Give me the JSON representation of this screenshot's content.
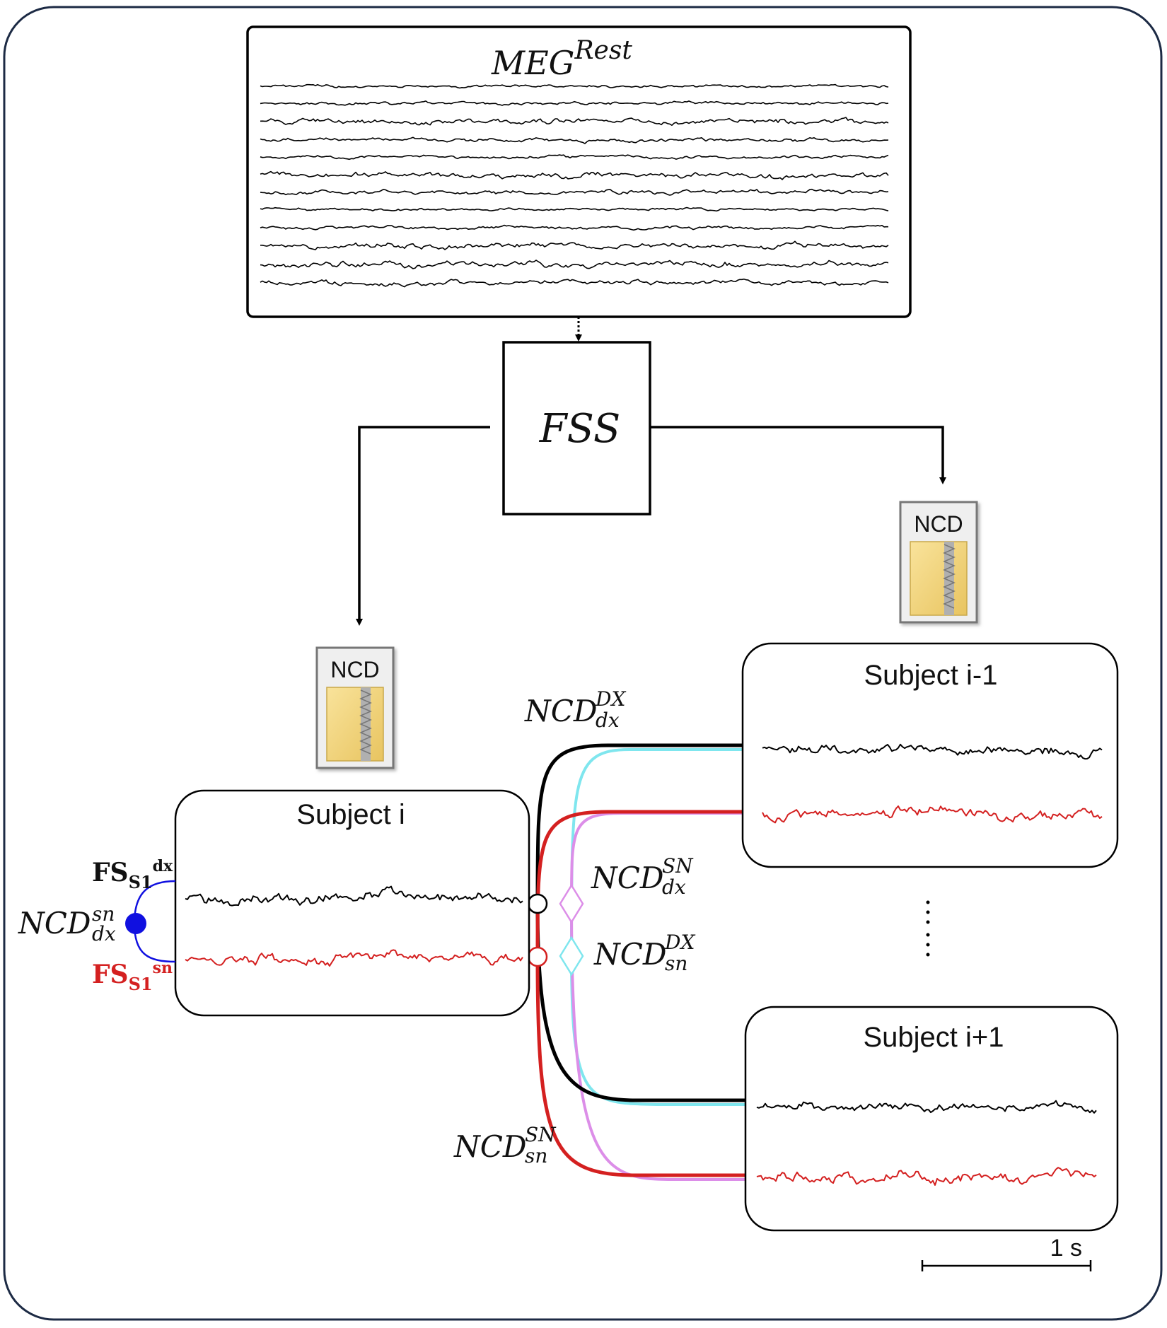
{
  "meg": {
    "base": "MEG",
    "sup": "Rest"
  },
  "fss": {
    "label": "FSS"
  },
  "ncd_icon": {
    "label": "NCD"
  },
  "subjects": {
    "current": "Subject i",
    "prev": "Subject i-1",
    "next": "Subject i+1"
  },
  "edge_labels": {
    "ncd_dx_DX": {
      "base": "NCD",
      "sup": "DX",
      "sub": "dx"
    },
    "ncd_dx_SN": {
      "base": "NCD",
      "sup": "SN",
      "sub": "dx"
    },
    "ncd_sn_DX": {
      "base": "NCD",
      "sup": "DX",
      "sub": "sn"
    },
    "ncd_sn_SN": {
      "base": "NCD",
      "sup": "SN",
      "sub": "sn"
    },
    "ncd_self": {
      "base": "NCD",
      "sup": "sn",
      "sub": "dx"
    }
  },
  "fs_labels": {
    "dx": {
      "base": "FS",
      "sub": "S1",
      "sup": "dx"
    },
    "sn": {
      "base": "FS",
      "sub": "S1",
      "sup": "sn"
    }
  },
  "scale_bar": {
    "label": "1 s"
  },
  "colors": {
    "dx_signal": "#000000",
    "sn_signal": "#d42020",
    "cyan_link": "#7fe6ee",
    "violet_link": "#dc8ee8",
    "self_link": "#1010e0",
    "border": "#1c2a44"
  }
}
